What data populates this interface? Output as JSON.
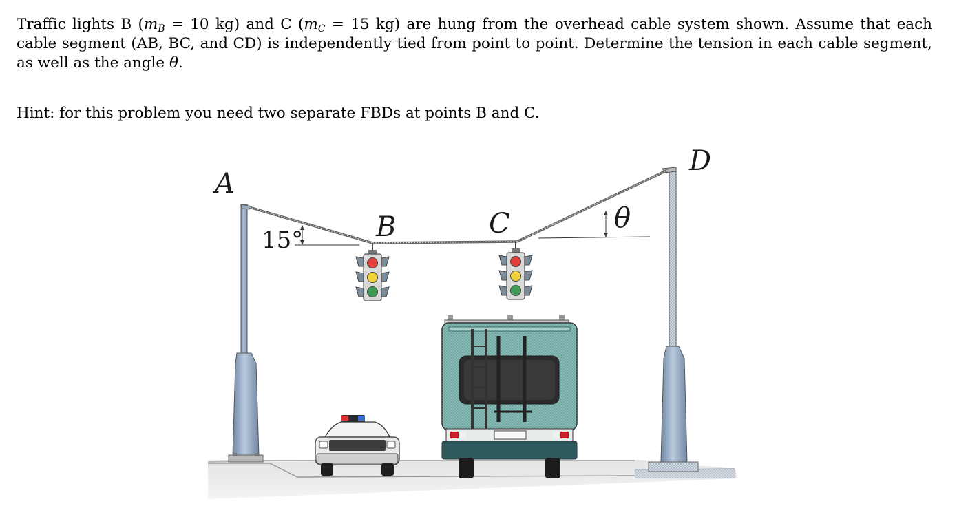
{
  "problem": {
    "p1": "Traffic lights B (",
    "mB_var": "m",
    "mB_sub": "B",
    "p2": " = 10 kg) and C (",
    "mC_var": "m",
    "mC_sub": "C",
    "p3": " = 15 kg) are hung from the overhead cable system shown. Assume that each cable segment (AB, BC, and CD) is independently tied from point to point. Determine the tension in each cable segment, as well as the angle ",
    "theta": "θ",
    "p4": "."
  },
  "hint": "Hint: for this problem you need two separate FBDs at points B and C.",
  "figure": {
    "label_A": "A",
    "label_B": "B",
    "label_C": "C",
    "label_D": "D",
    "angle_AB": "15°",
    "angle_CD": "θ",
    "colors": {
      "pole": "#9fb4cf",
      "pole_shade": "#6f86a6",
      "van_body": "#7fb3ae",
      "van_bumper": "#2f5a5e",
      "cable": "#555555",
      "ground": "#d8d8d8"
    }
  }
}
